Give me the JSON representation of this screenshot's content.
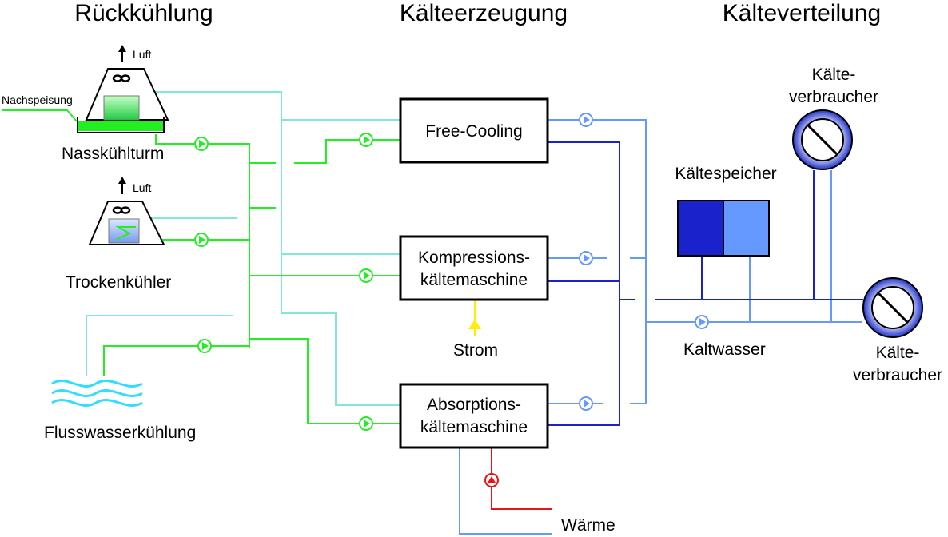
{
  "sections": {
    "rueckkuehlung": "Rückkühlung",
    "kaelteerzeugung": "Kälteerzeugung",
    "kaelteverteilung": "Kälteverteilung"
  },
  "recooling": {
    "luft_1": "Luft",
    "luft_2": "Luft",
    "nachspeisung": "Nachspeisung",
    "nasskuehlturm": "Nasskühlturm",
    "trockenkuehler": "Trockenkühler",
    "flusswasser": "Flusswasserkühlung"
  },
  "generation": {
    "free_cooling": "Free-Cooling",
    "kompression_1": "Kompressions-",
    "kompression_2": "kältemaschine",
    "absorption_1": "Absorptions-",
    "absorption_2": "kältemaschine",
    "strom": "Strom",
    "waerme": "Wärme"
  },
  "distribution": {
    "kaeltespeicher": "Kältespeicher",
    "kaltwasser": "Kaltwasser",
    "verbraucher_top_1": "Kälte-",
    "verbraucher_top_2": "verbraucher",
    "verbraucher_bottom_1": "Kälte-",
    "verbraucher_bottom_2": "verbraucher"
  },
  "colors": {
    "green": "#22ee22",
    "cyan": "#7fe8d8",
    "light_blue": "#6699ff",
    "dark_blue": "#1a22cc",
    "red": "#ee1111",
    "yellow": "#ffee00"
  }
}
